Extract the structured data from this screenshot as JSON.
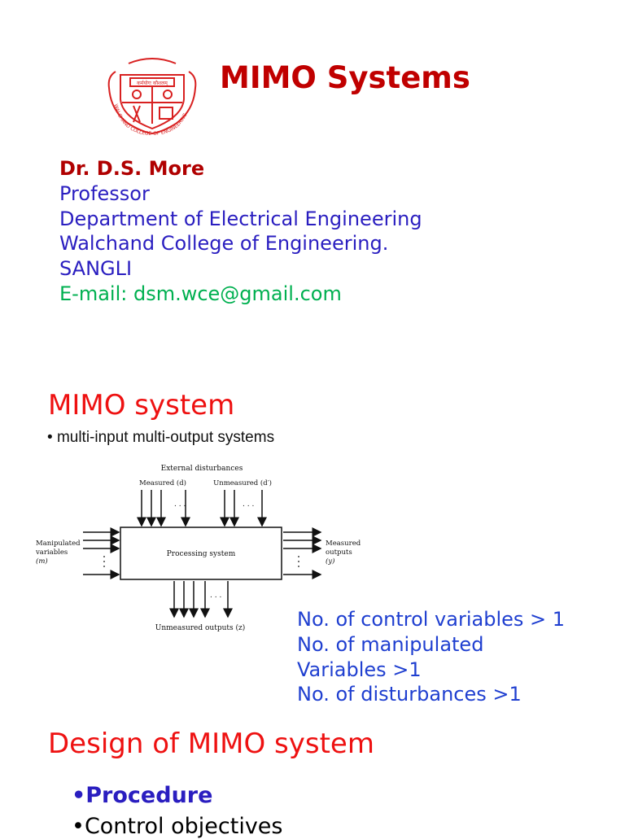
{
  "header": {
    "title": "MIMO Systems",
    "logo": {
      "icon": "college-seal-icon",
      "color": "#d82020",
      "motto": "कर्मयोगः कौशलम्",
      "ring_text": "WALCHAND COLLEGE OF ENGINEERING"
    }
  },
  "author": {
    "name": "Dr. D.S. More",
    "lines": [
      "Professor",
      "Department of Electrical Engineering",
      "Walchand  College of Engineering.",
      "SANGLI"
    ],
    "email": "E-mail: dsm.wce@gmail.com"
  },
  "section1": {
    "heading": "MIMO system",
    "bullet": "multi-input multi-output systems",
    "diagram": {
      "top_label": "External disturbances",
      "measured_dist": "Measured (d)",
      "unmeasured_dist": "Unmeasured (d′)",
      "inputs_label": [
        "Manipulated",
        "variables",
        "(m)"
      ],
      "box_label": "Processing system",
      "outputs_label": [
        "Measured",
        "outputs",
        "(y)"
      ],
      "bottom_label": "Unmeasured outputs (z)",
      "dots": ". . ."
    },
    "facts": [
      "No. of control variables > 1",
      "No. of manipulated",
      "Variables >1",
      "No. of disturbances >1"
    ]
  },
  "section2": {
    "heading": "Design of MIMO system",
    "bullet_mark": "•",
    "items": [
      "Procedure",
      "Control objectives"
    ]
  },
  "colors": {
    "title": "#c00000",
    "body_blue": "#2a1ec0",
    "email_green": "#00b050",
    "heading_red": "#ee1111",
    "facts_blue": "#1f3fd0"
  }
}
